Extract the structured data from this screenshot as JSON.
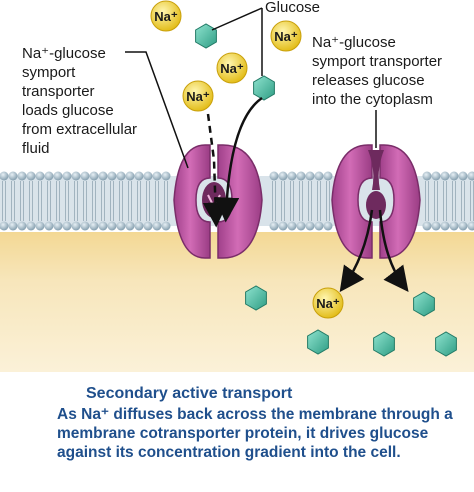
{
  "labels": {
    "glucose": "Glucose",
    "left_transporter": [
      "Na⁺-glucose",
      "symport",
      "transporter",
      "loads glucose",
      "from extracellular",
      "fluid"
    ],
    "right_transporter": [
      "Na⁺-glucose",
      "symport transporter",
      "releases glucose",
      "into the cytoplasm"
    ]
  },
  "ion_label": "Na⁺",
  "caption": {
    "title": "Secondary active transport",
    "body": "As Na⁺ diffuses back across the membrane through a membrane cotransporter protein, it drives glucose against its concentration gradient into the cell."
  },
  "colors": {
    "extracellular": "#ffffff",
    "cytoplasm": "#f6e5b8",
    "membrane_head": "#9eb6c4",
    "protein": "#c25aa4",
    "glucose": "#3fb39a",
    "sodium": "#f1d128",
    "caption_text": "#1f4f8c"
  }
}
